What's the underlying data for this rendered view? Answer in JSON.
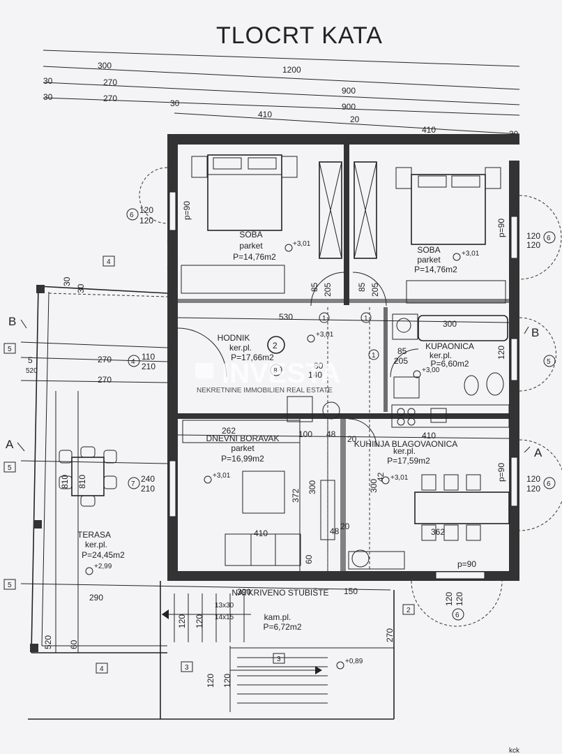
{
  "title": "TLOCRT KATA",
  "dims_top": {
    "row1": [
      "1200"
    ],
    "row2": [
      "300",
      "1200"
    ],
    "row3": [
      "30",
      "270",
      "900"
    ],
    "row4": [
      "30",
      "270",
      "30",
      "900"
    ],
    "row5": [
      "410",
      "20",
      "410",
      "30"
    ]
  },
  "rooms": [
    {
      "name": "SOBA",
      "floor": "parket",
      "area": "P=14,76m2",
      "level": "+3,01"
    },
    {
      "name": "SOBA",
      "floor": "parket",
      "area": "P=14,76m2",
      "level": "+3,01"
    },
    {
      "name": "HODNIK",
      "floor": "ker.pl.",
      "area": "P=17,66m2",
      "level": "+3,01"
    },
    {
      "name": "KUPAONICA",
      "floor": "ker.pl.",
      "area": "P=6,60m2",
      "level": "+3,00"
    },
    {
      "name": "DNEVNI BORAVAK",
      "floor": "parket",
      "area": "P=16,99m2",
      "level": "+3,01"
    },
    {
      "name": "KUHINJA BLAGOVAONICA",
      "floor": "ker.pl.",
      "area": "P=17,59m2",
      "level": "+3,01"
    },
    {
      "name": "TERASA",
      "floor": "ker.pl.",
      "area": "P=24,45m2",
      "level": "+2,99"
    },
    {
      "name": "NATKRIVENO STUBIŠTE",
      "floor": "kam.pl.",
      "area": "P=6,72m2",
      "level": "+0,89"
    }
  ],
  "stair": {
    "steps1": "13x30",
    "steps2": "14x15"
  },
  "section_marks": {
    "b": "B",
    "a": "A"
  },
  "markers": {
    "m1": "1",
    "m2": "2",
    "m3": "3",
    "m4": "4",
    "m5": "5",
    "m6": "6",
    "m7": "7",
    "m8": "8"
  },
  "dims": {
    "d530": "530",
    "d300": "300",
    "d85": "85",
    "d205": "205",
    "d120": "120",
    "d90": "p=90",
    "d110": "110",
    "d210": "210",
    "d270": "270",
    "d520": "520",
    "d80": "80",
    "d140": "140",
    "d262": "262",
    "d100": "100",
    "d48": "48",
    "d20": "20",
    "d410": "410",
    "d240": "240",
    "d372": "372",
    "d362": "362",
    "d810": "810",
    "d290": "290",
    "d390": "390",
    "d150": "150",
    "d60": "60",
    "d5": "5",
    "d30": "30",
    "d42": "42"
  },
  "watermark": "INVESTA",
  "watermark_sub": "NEKRETNINE IMMOBILIEN REAL ESTATE",
  "corner_text": "kck"
}
